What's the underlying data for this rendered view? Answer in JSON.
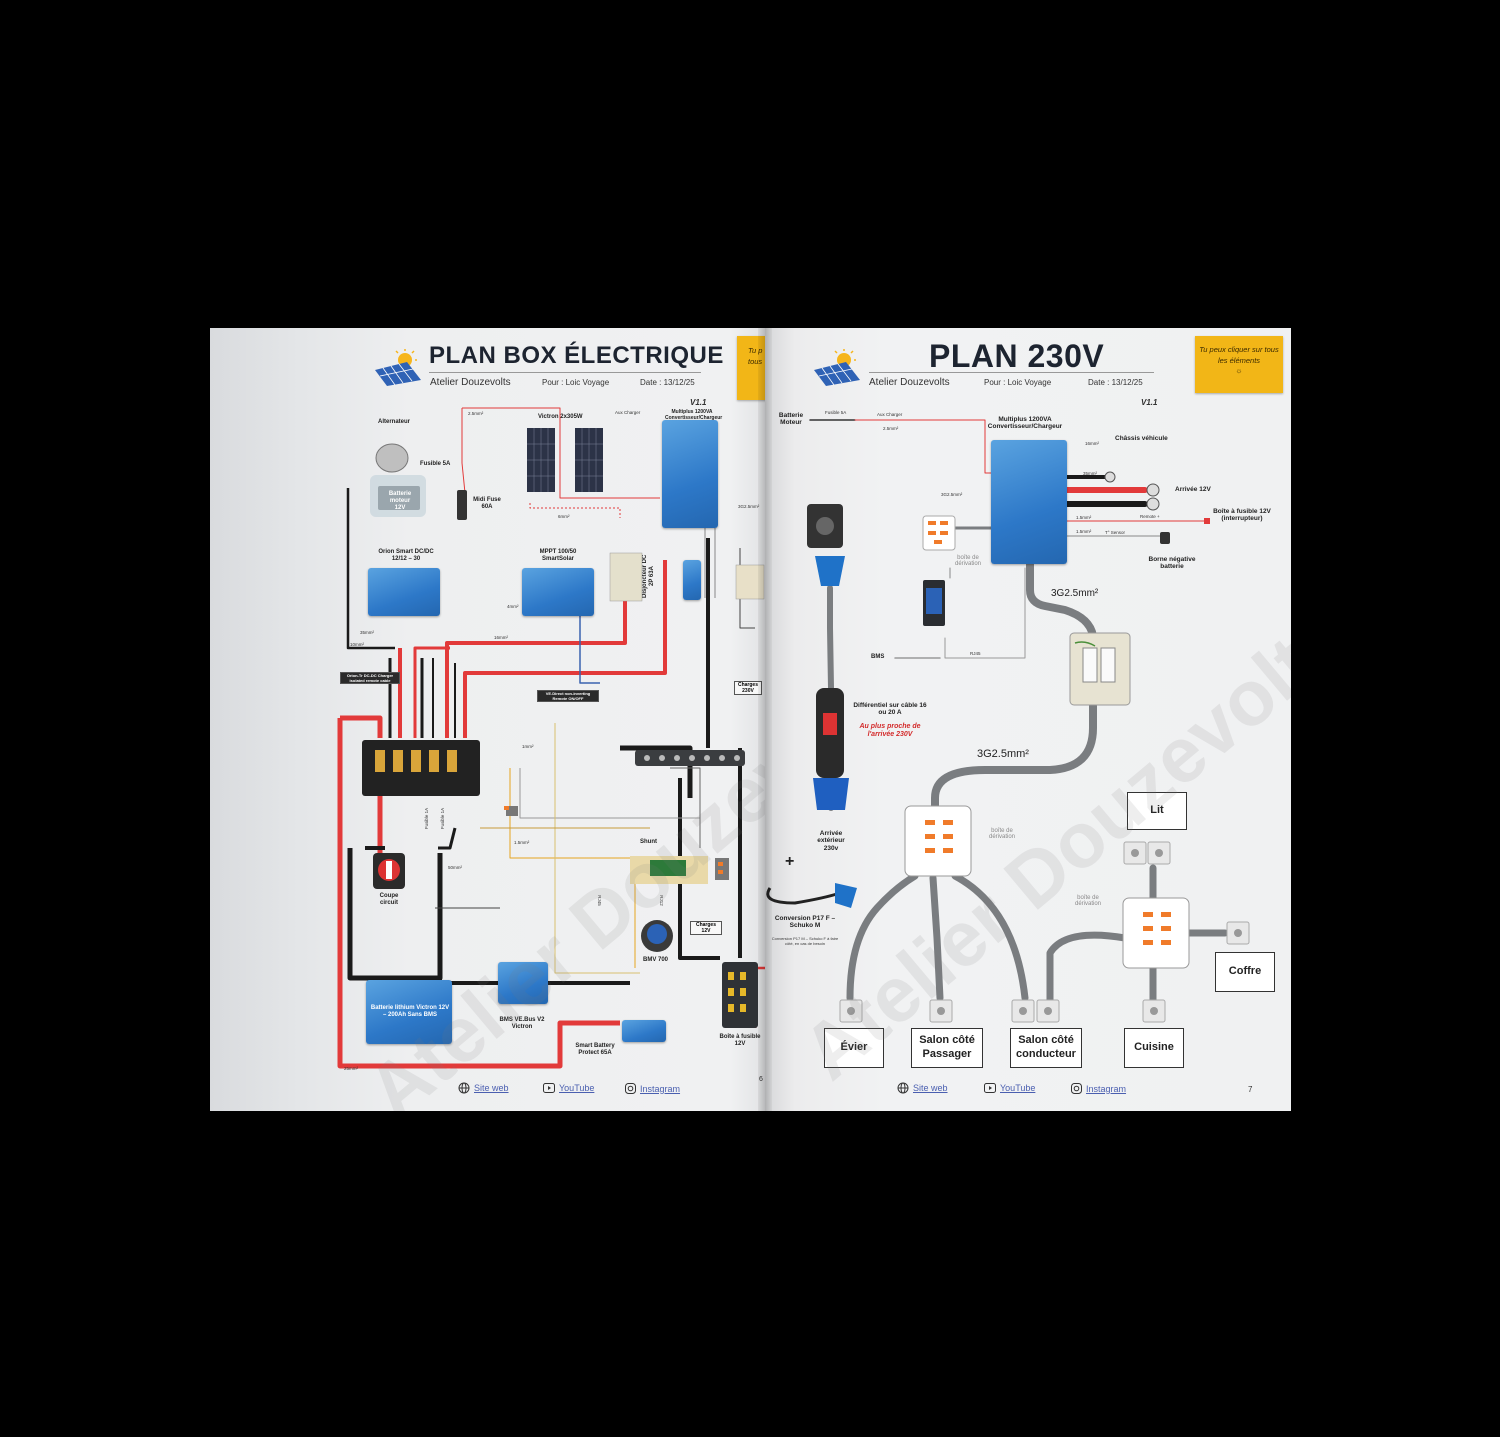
{
  "left_page": {
    "title": "PLAN BOX ÉLECTRIQUE",
    "company": "Atelier Douzevolts",
    "client": "Pour : Loic Voyage",
    "date": "Date : 13/12/25",
    "version": "V1.1",
    "note_partial": "Tu p",
    "note_partial2": "tous",
    "labels": {
      "alternator": "Alternateur",
      "fuse_5a": "Fusible 5A",
      "engine_battery": "Batterie moteur 12V",
      "midi_fuse": "Midi Fuse 60A",
      "solar": "Victron 2x305W",
      "aux_charger": "Aux Charger",
      "multiplus": "Multiplus 1200VA Convertisseur/Chargeur",
      "orion": "Orion Smart DC/DC 12/12 – 30",
      "mppt": "MPPT 100/50 SmartSolar",
      "breaker": "Disjoncteur DC 2P 63A",
      "orion_remote": "Orion-Tr DC-DC Charger isolated remote cable",
      "ve_direct": "VE.Direct non-inverting Remote ON/OFF",
      "charges_230": "Charges 230V",
      "shunt": "Shunt",
      "bmv": "BMV 700",
      "charges_12": "Charges 12V",
      "cut_off": "Coupe circuit",
      "battery": "Batterie lithium Victron 12V – 200Ah Sans BMS",
      "bms": "BMS VE.Bus V2 Victron",
      "protect": "Smart Battery Protect 65A",
      "fusebox": "Boîte à fusible 12V",
      "rj12": "RJ12",
      "rj45": "RJ45",
      "fuse_1a_a": "Fusible 1A",
      "fuse_1a_b": "Fusible 1A"
    },
    "sections": {
      "s25": "2.5mm²",
      "s35": "35mm²",
      "s16": "16mm²",
      "s10": "10mm²",
      "s15": "1.5mm²",
      "s6": "6mm²",
      "s4": "4mm²",
      "s25b": "25mm²",
      "s3g": "3G2.5mm²",
      "s50": "50mm²",
      "s1": "1mm²"
    },
    "footer": {
      "web": "Site web",
      "youtube": "YouTube",
      "instagram": "Instagram",
      "page": "6"
    }
  },
  "right_page": {
    "title": "PLAN 230V",
    "company": "Atelier Douzevolts",
    "client": "Pour : Loic Voyage",
    "date": "Date : 13/12/25",
    "version": "V1.1",
    "note": "Tu peux cliquer sur tous les éléments",
    "labels": {
      "engine_battery": "Batterie Moteur",
      "fuse_5a": "Fusible 5A",
      "aux_charger": "Aux Charger",
      "multiplus": "Multiplus 1200VA Convertisseur/Chargeur",
      "chassis": "Châssis véhicule",
      "arrival_12": "Arrivée 12V",
      "fusebox": "Boîte à fusible 12V (interrupteur)",
      "neg_terminal": "Borne négative batterie",
      "remote": "Remote +",
      "t_sensor": "T° Sensor",
      "junction1": "boîte de dérivation",
      "junction2": "boîte de dérivation",
      "junction3": "boîte de dérivation",
      "bms": "BMS",
      "rj45": "RJ45",
      "cable_1": "3G2.5mm²",
      "cable_2": "3G2.5mm²",
      "cable_3": "3G2.5mm²",
      "differential_title": "Différentiel sur câble 16 ou 20 A",
      "differential_warn": "Au plus proche de l'arrivée 230V",
      "external": "Arrivée extérieur 230v",
      "plus": "+",
      "conversion": "Conversion P17 F – Schuko M",
      "conversion_note": "Conversion P17 M – Schuko F à faire côté, en cas de besoin"
    },
    "sections": {
      "s25": "2.5mm²",
      "s16": "16mm²",
      "s35": "35mm²",
      "s15": "1.5mm²",
      "s15b": "1.5mm²"
    },
    "rooms": {
      "lit": "Lit",
      "coffre": "Coffre",
      "evier": "Évier",
      "salon_passager": "Salon côté Passager",
      "salon_conducteur": "Salon côté conducteur",
      "cuisine": "Cuisine"
    },
    "footer": {
      "web": "Site web",
      "youtube": "YouTube",
      "instagram": "Instagram",
      "page": "7"
    }
  },
  "watermark": "Atelier Douzevolts",
  "colors": {
    "background": "#000000",
    "wire_red": "#e23a3a",
    "wire_black": "#1a1a1a",
    "wire_grey": "#7a7d80",
    "victron_blue": "#2d78c8",
    "note_yellow": "#f2b617"
  }
}
